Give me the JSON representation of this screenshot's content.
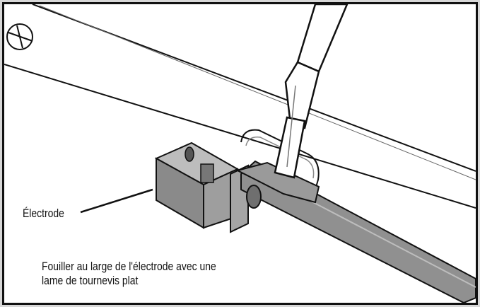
{
  "labels": {
    "electrode": "Électrode"
  },
  "caption": {
    "line1": "Fouiller au large de l'électrode avec une",
    "line2": "lame de tournevis plat"
  },
  "colors": {
    "line": "#111111",
    "body_fill": "#8a8a8a",
    "light_fill": "#bdbdbd",
    "background": "#ffffff",
    "outer": "#d7d7d7"
  }
}
